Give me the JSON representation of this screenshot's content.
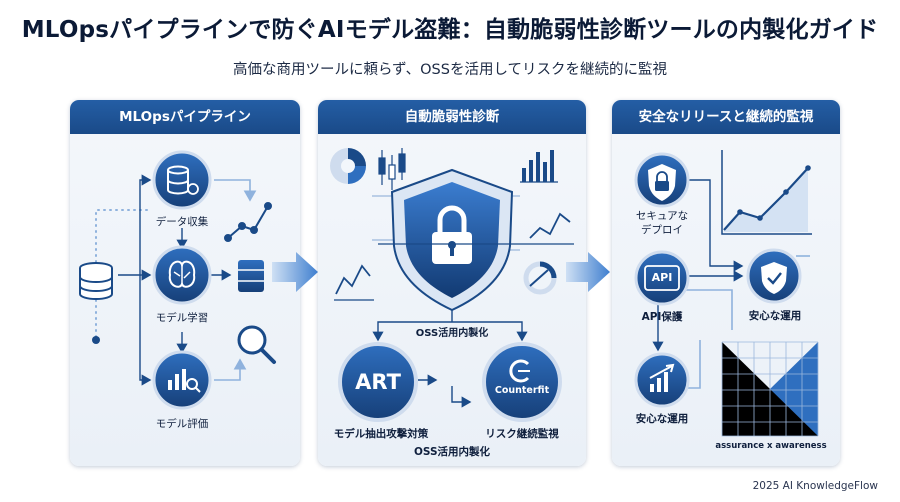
{
  "title": "MLOpsパイプラインで防ぐAIモデル盗難：自動脆弱性診断ツールの内製化ガイド",
  "subtitle": "高価な商用ツールに頼らず、OSSを活用してリスクを継続的に監視",
  "panels": {
    "pipeline": {
      "header": "MLOpsパイプライン",
      "steps": [
        "データ収集",
        "モデル学習",
        "モデル評価"
      ]
    },
    "scan": {
      "header": "自動脆弱性診断",
      "oss_label": "OSS活用内製化",
      "tools": [
        {
          "name": "ART",
          "caption": "モデル抽出攻撃対策"
        },
        {
          "name": "Counterfit",
          "caption": "リスク継続監視"
        }
      ],
      "bottom_label": "OSS活用内製化"
    },
    "release": {
      "header": "安全なリリースと継続的監視",
      "secure_deploy": "セキュアな\nデプロイ",
      "api_badge": "API",
      "api_label": "API保護",
      "safe_ops_right": "安心な運用",
      "safe_ops_left": "安心な運用",
      "tagline": "assurance x awareness"
    }
  },
  "footer": "2025 AI KnowledgeFlow",
  "colors": {
    "primary": "#1a4a88",
    "accent": "#2f6fbf",
    "light": "#8fb2dd"
  }
}
